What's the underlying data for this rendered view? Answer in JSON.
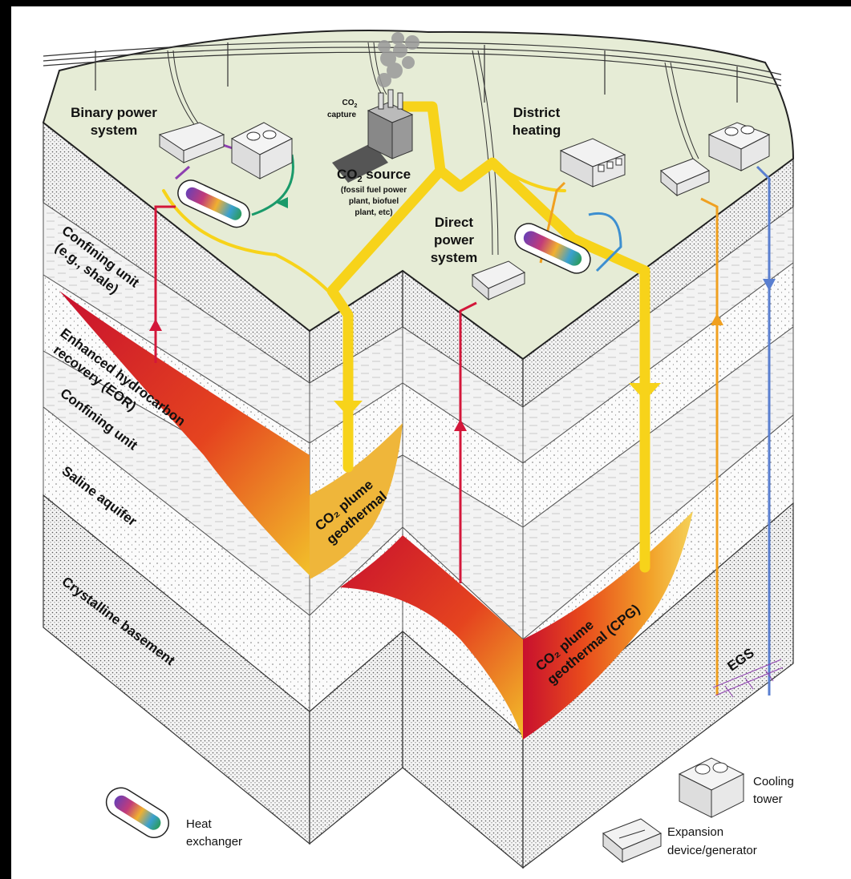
{
  "labels": {
    "binary_power": [
      "Binary power",
      "system"
    ],
    "co2_capture": [
      "CO",
      "capture"
    ],
    "co2_source": "CO",
    "co2_source_suffix": " source",
    "co2_source_detail": [
      "(fossil fuel power",
      "plant, biofuel",
      "plant, etc)"
    ],
    "district_heating": [
      "District",
      "heating"
    ],
    "direct_power": [
      "Direct",
      "power",
      "system"
    ],
    "confining_unit_shale": [
      "Confining unit",
      "(e.g., shale)"
    ],
    "eor": [
      "Enhanced hydrocarbon",
      "recovery (EOR)"
    ],
    "confining_unit": "Confining unit",
    "saline_aquifer": "Saline aquifer",
    "crystalline_basement": "Crystalline basement",
    "co2_plume_geothermal": [
      "CO₂ plume",
      "geothermal"
    ],
    "cpg": [
      "CO₂ plume",
      "geothermal (CPG)"
    ],
    "egs": "EGS"
  },
  "legend": {
    "heat_exchanger": [
      "Heat",
      "exchanger"
    ],
    "cooling_tower": [
      "Cooling",
      "tower"
    ],
    "expansion_device": [
      "Expansion",
      "device/generator"
    ]
  },
  "colors": {
    "surface": "#e6ecd6",
    "co2_flow": "#f7d31a",
    "hot_fluid": "#d3173a",
    "cold_fluid": "#5a7fd0",
    "warm_fluid": "#f0a020",
    "loop_green": "#1a9a6a",
    "loop_purple": "#8e3fb0"
  }
}
